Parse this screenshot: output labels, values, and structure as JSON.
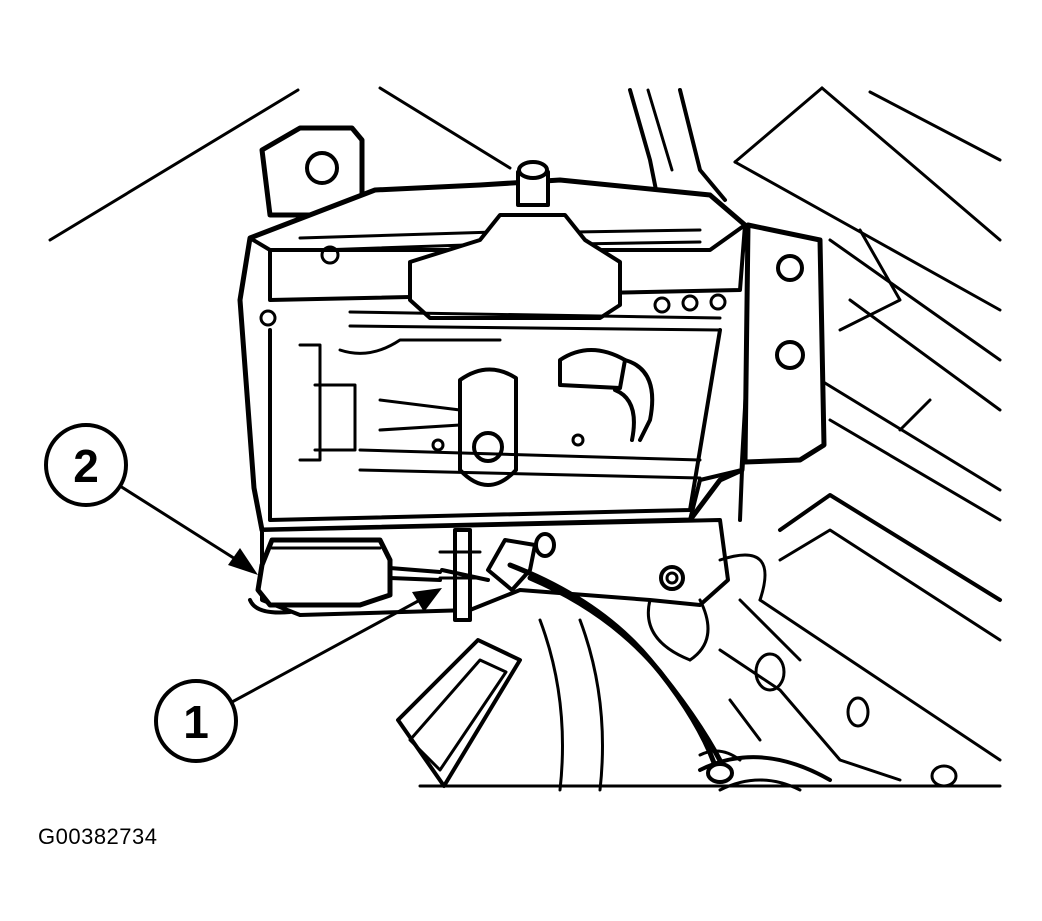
{
  "figure": {
    "id": "G00382734"
  },
  "callouts": [
    {
      "number": "1"
    },
    {
      "number": "2"
    }
  ]
}
